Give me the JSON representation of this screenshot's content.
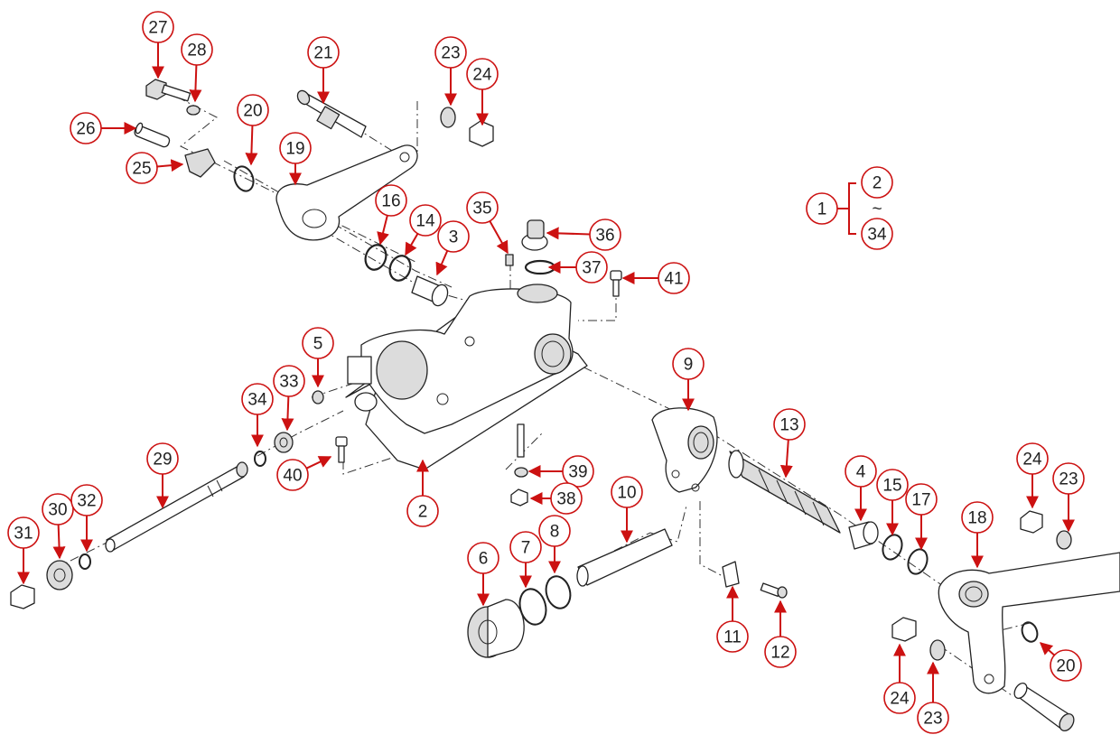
{
  "diagram": {
    "assembly_note": {
      "parent": "1",
      "range_start": "2",
      "range_sep": "~",
      "range_end": "34"
    },
    "callouts": [
      {
        "label": "27"
      },
      {
        "label": "28"
      },
      {
        "label": "21"
      },
      {
        "label": "23"
      },
      {
        "label": "24"
      },
      {
        "label": "26"
      },
      {
        "label": "20"
      },
      {
        "label": "25"
      },
      {
        "label": "19"
      },
      {
        "label": "16"
      },
      {
        "label": "14"
      },
      {
        "label": "35"
      },
      {
        "label": "36"
      },
      {
        "label": "3"
      },
      {
        "label": "37"
      },
      {
        "label": "41"
      },
      {
        "label": "5"
      },
      {
        "label": "9"
      },
      {
        "label": "34"
      },
      {
        "label": "33"
      },
      {
        "label": "13"
      },
      {
        "label": "29"
      },
      {
        "label": "40"
      },
      {
        "label": "39"
      },
      {
        "label": "24"
      },
      {
        "label": "23"
      },
      {
        "label": "4"
      },
      {
        "label": "15"
      },
      {
        "label": "17"
      },
      {
        "label": "10"
      },
      {
        "label": "2"
      },
      {
        "label": "38"
      },
      {
        "label": "30"
      },
      {
        "label": "32"
      },
      {
        "label": "31"
      },
      {
        "label": "6"
      },
      {
        "label": "7"
      },
      {
        "label": "8"
      },
      {
        "label": "18"
      },
      {
        "label": "11"
      },
      {
        "label": "12"
      },
      {
        "label": "20"
      },
      {
        "label": "24"
      },
      {
        "label": "23"
      }
    ]
  }
}
